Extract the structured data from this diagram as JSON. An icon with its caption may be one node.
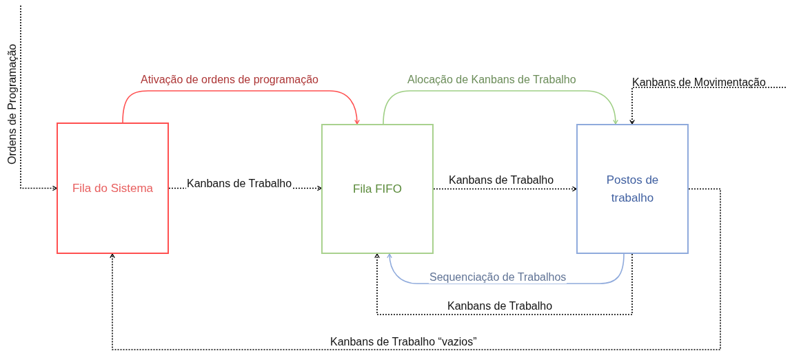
{
  "diagram": {
    "nodes": [
      {
        "text": [
          "Fila do Sistema"
        ]
      },
      {
        "text": [
          "Fila FIFO"
        ]
      },
      {
        "text": [
          "Postos de trabalho"
        ]
      }
    ],
    "edges": [
      {
        "from": null,
        "to": 0,
        "arrow": "to",
        "label": "Ordens de Programação",
        "style": "dashed"
      },
      {
        "from": 0,
        "to": 1,
        "arrow": "to",
        "label": "Kanbans de Trabalho",
        "style": "dashed"
      },
      {
        "from": 0,
        "to": 1,
        "arrow": "to",
        "label": "Ativação de ordens de programação",
        "color": "#ff5050"
      },
      {
        "from": 1,
        "to": 2,
        "arrow": "to",
        "label": "Alocação de Kanbans de Trabalho",
        "color": "#9fcf85"
      },
      {
        "from": 1,
        "to": 2,
        "arrow": "to",
        "label": "Kanbans de Trabalho",
        "style": "dashed"
      },
      {
        "from": null,
        "to": 2,
        "arrow": "to",
        "label": "Kanbans de Movimentação",
        "style": "dashed"
      },
      {
        "from": 2,
        "to": 1,
        "arrow": "to",
        "label": "Sequenciação de Trabalhos",
        "color": "#8faadc"
      },
      {
        "from": 2,
        "to": 1,
        "arrow": "to",
        "label": "Kanbans de Trabalho",
        "style": "dashed"
      },
      {
        "from": 2,
        "to": 0,
        "arrow": "to",
        "label": "Kanbans de Trabalho “vazios”",
        "style": "dashed"
      }
    ]
  }
}
